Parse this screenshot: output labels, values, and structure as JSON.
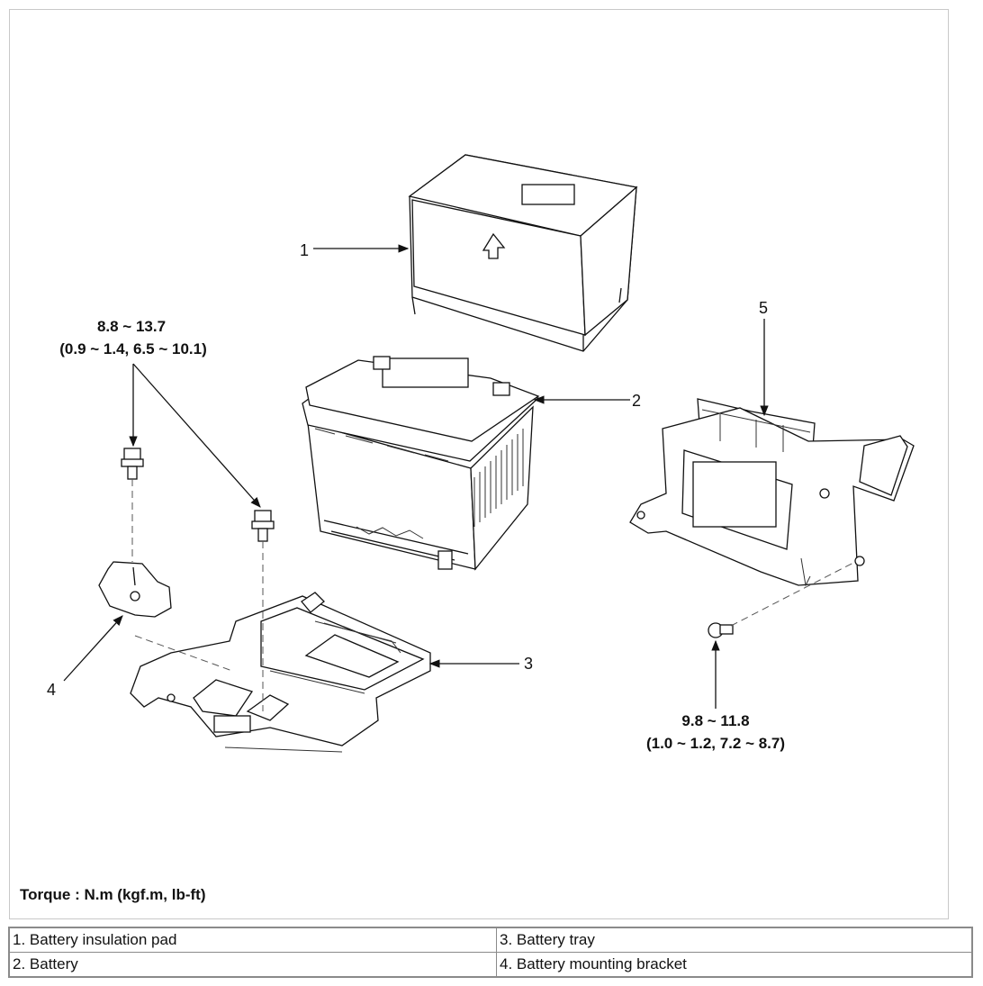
{
  "callouts": {
    "c1": "1",
    "c2": "2",
    "c3": "3",
    "c4": "4",
    "c5": "5"
  },
  "torques": {
    "left": {
      "line1": "8.8 ~ 13.7",
      "line2": "(0.9 ~ 1.4, 6.5 ~ 10.1)"
    },
    "right": {
      "line1": "9.8 ~ 11.8",
      "line2": "(1.0 ~ 1.2, 7.2 ~ 8.7)"
    }
  },
  "torque_unit_note": "Torque : N.m (kgf.m, lb-ft)",
  "legend": {
    "rows": [
      [
        "1. Battery insulation pad",
        "3. Battery tray"
      ],
      [
        "2. Battery",
        "4. Battery mounting bracket"
      ]
    ]
  }
}
